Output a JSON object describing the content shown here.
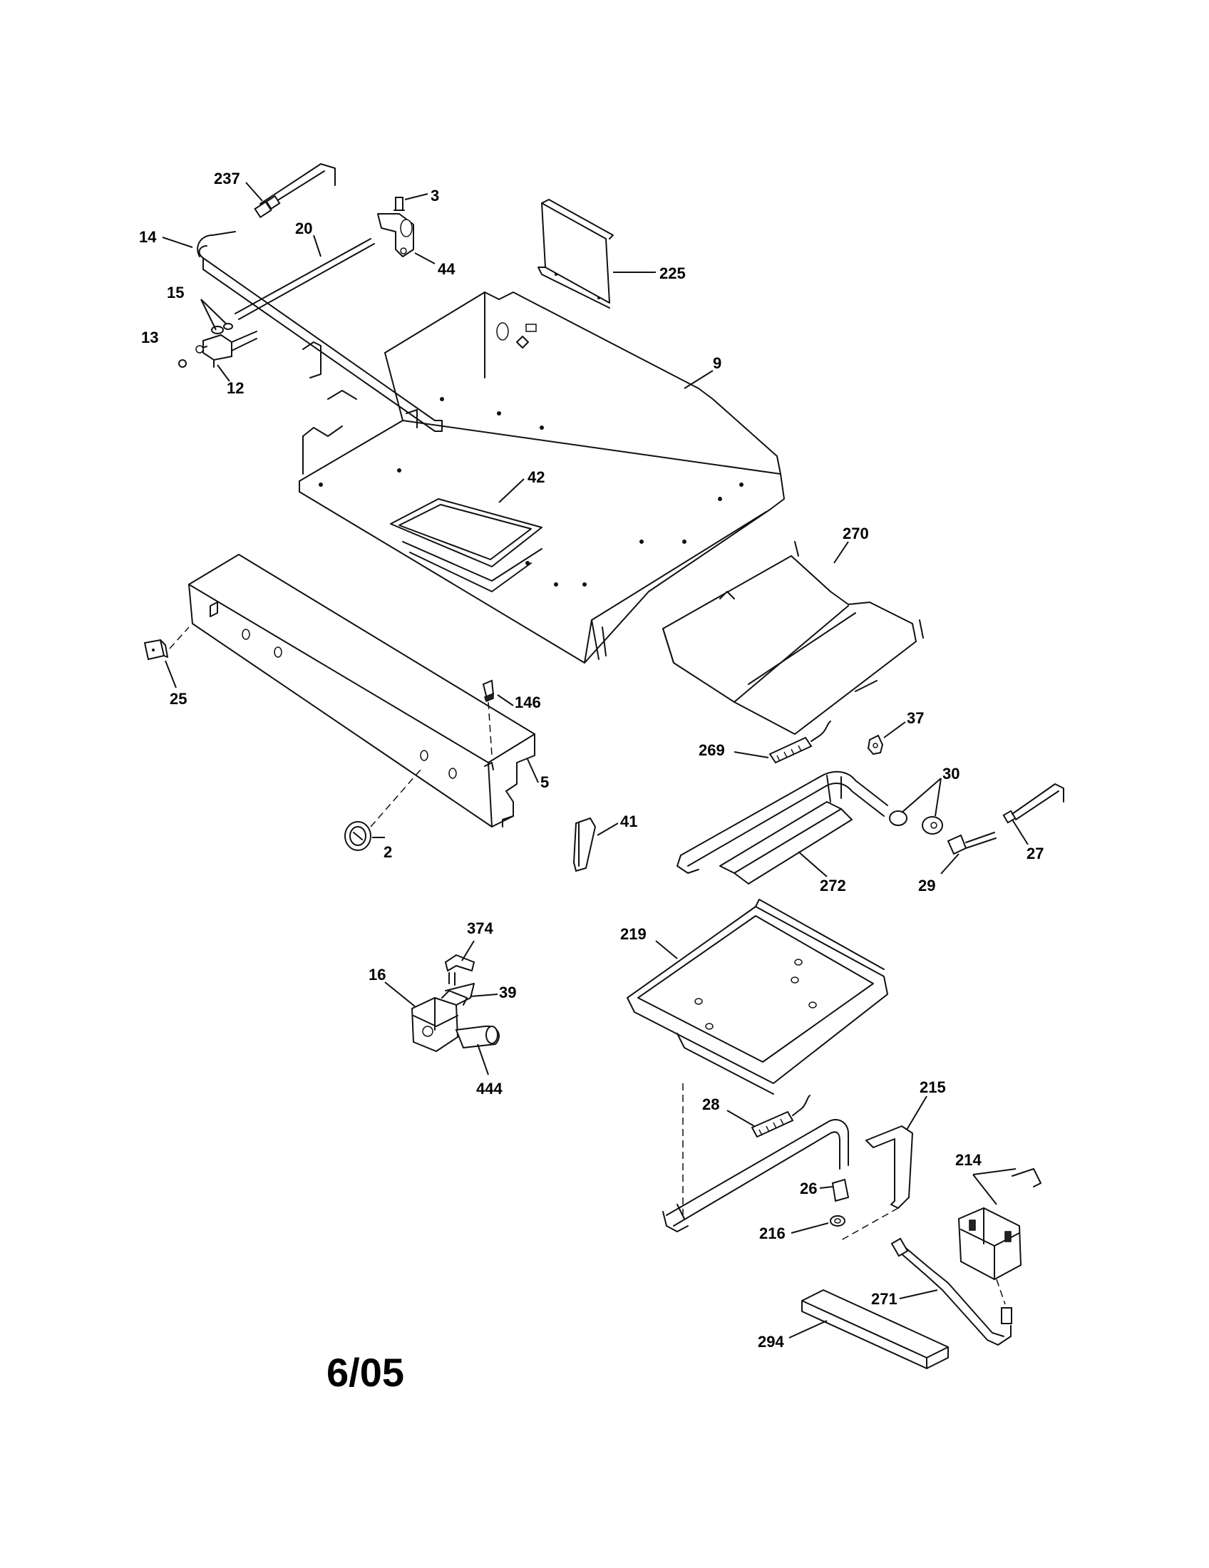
{
  "diagram": {
    "date_code": "6/05",
    "callouts": {
      "c237": "237",
      "c3": "3",
      "c14": "14",
      "c20": "20",
      "c44": "44",
      "c225": "225",
      "c15": "15",
      "c13": "13",
      "c12": "12",
      "c9": "9",
      "c42": "42",
      "c270": "270",
      "c25": "25",
      "c146": "146",
      "c37": "37",
      "c269": "269",
      "c30": "30",
      "c5": "5",
      "c41": "41",
      "c27": "27",
      "c2": "2",
      "c272": "272",
      "c29": "29",
      "c374": "374",
      "c219": "219",
      "c16": "16",
      "c39": "39",
      "c444": "444",
      "c215": "215",
      "c28": "28",
      "c214": "214",
      "c26": "26",
      "c216": "216",
      "c271": "271",
      "c294": "294"
    }
  }
}
